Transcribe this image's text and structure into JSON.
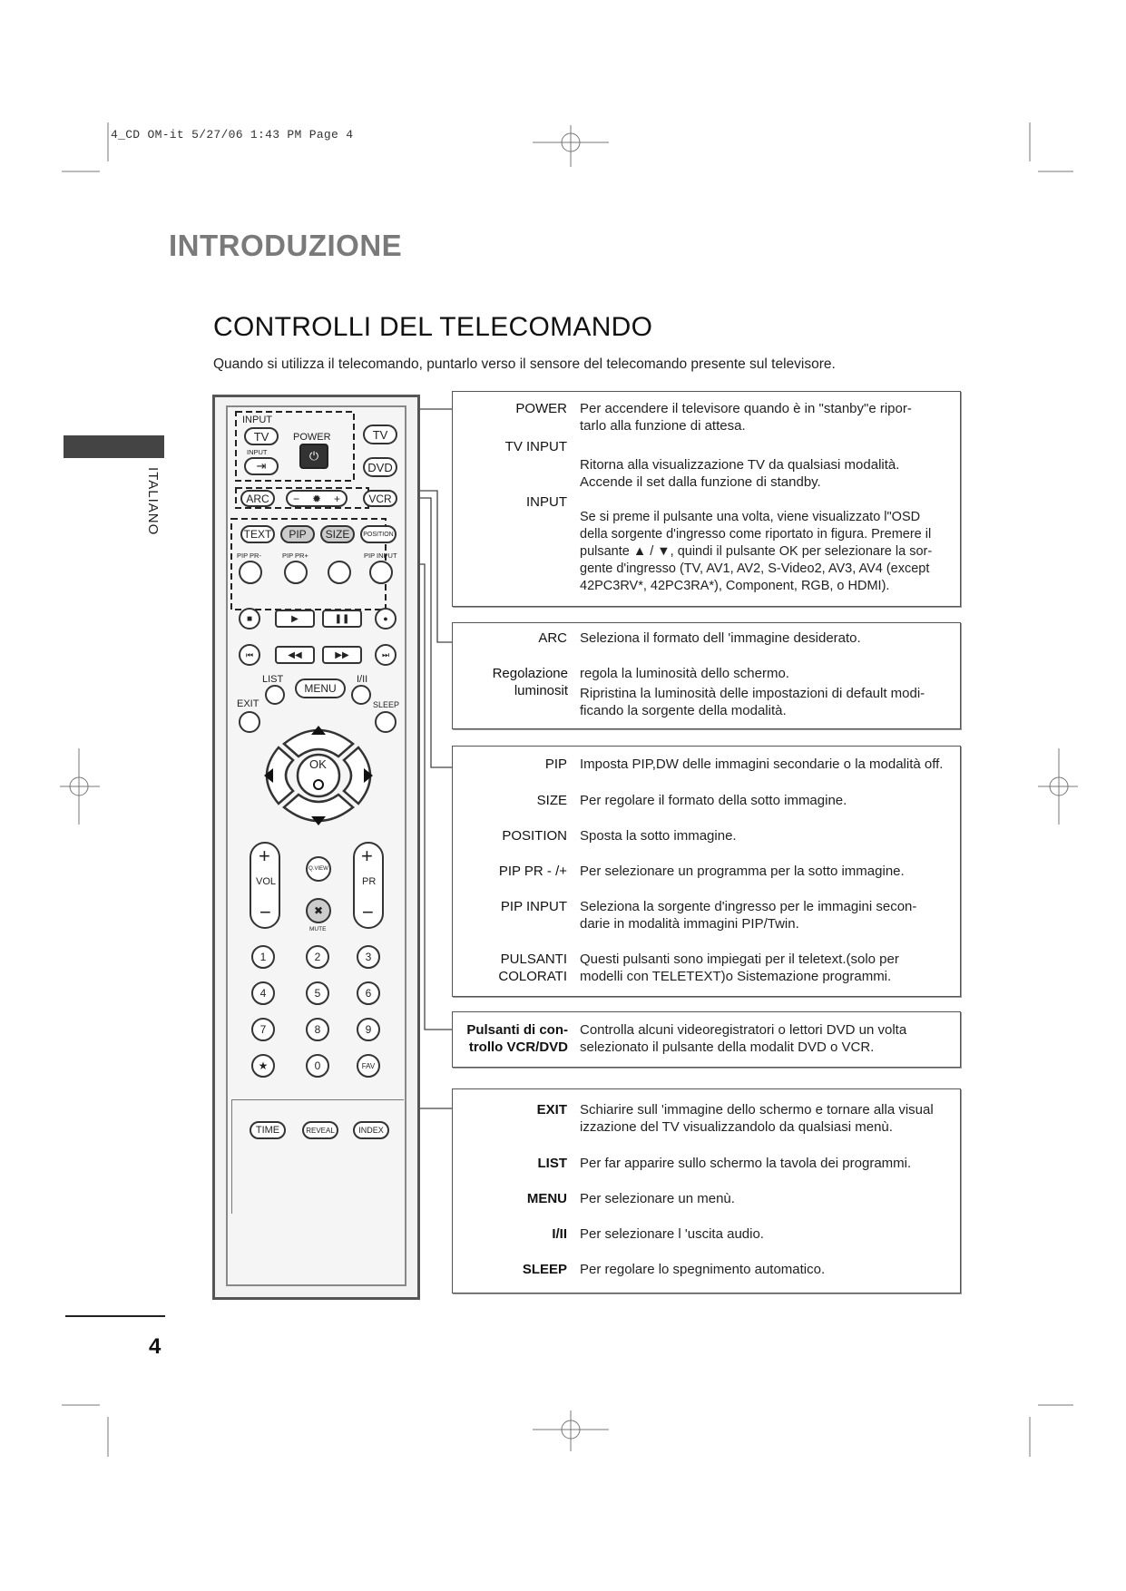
{
  "print_header": "4_CD OM-it   5/27/06 1:43 PM   Page 4",
  "section_title": "INTRODUZIONE",
  "page_title": "CONTROLLI DEL TELECOMANDO",
  "intro_text": "Quando si utilizza il telecomando, puntarlo verso il sensore del telecomando presente sul televisore.",
  "side_language": "ITALIANO",
  "page_number": "4",
  "remote": {
    "input_label": "INPUT",
    "tv_btn": "TV",
    "input_small": "INPUT",
    "power_label": "POWER",
    "tv_mode_btn": "TV",
    "dvd_btn": "DVD",
    "arc_btn": "ARC",
    "brightness_minus": "−",
    "brightness_plus": "+",
    "vcr_btn": "VCR",
    "text_btn": "TEXT",
    "pip_btn": "PIP",
    "size_btn": "SIZE",
    "position_btn": "POSITION",
    "pip_pr_minus": "PIP PR-",
    "pip_pr_plus": "PIP PR+",
    "pip_input": "PIP INPUT",
    "list_label": "LIST",
    "menu_btn": "MENU",
    "i_ii_label": "I/II",
    "exit_label": "EXIT",
    "sleep_label": "SLEEP",
    "ok_btn": "OK",
    "vol_label": "VOL",
    "pr_label": "PR",
    "qview_btn": "Q.VIEW",
    "mute_label": "MUTE",
    "digits": [
      "1",
      "2",
      "3",
      "4",
      "5",
      "6",
      "7",
      "8",
      "9",
      "★",
      "0",
      "FAV"
    ],
    "time_btn": "TIME",
    "reveal_btn": "REVEAL",
    "index_btn": "INDEX"
  },
  "box1": {
    "power_label": "POWER",
    "power_desc": [
      "Per accendere il televisore quando è in \"stanby\"e ripor-",
      "tarlo alla funzione di attesa."
    ],
    "tvinput_label": "TV INPUT",
    "tvinput_desc": [
      "Ritorna alla visualizzazione TV da qualsiasi modalità.",
      "Accende il set dalla funzione di standby."
    ],
    "input_label": "INPUT",
    "input_desc": [
      "Se si preme il pulsante una volta, viene visualizzato l\"OSD",
      "della sorgente d'ingresso come riportato in figura. Premere il",
      "pulsante ▲ / ▼, quindi il pulsante OK per selezionare la sor-",
      "gente d'ingresso (TV, AV1, AV2, S-Video2, AV3, AV4 (except",
      "42PC3RV*, 42PC3RA*), Component, RGB, o HDMI)."
    ]
  },
  "box2": {
    "arc_label": "ARC",
    "arc_desc": "Seleziona il formato dell 'immagine desiderato.",
    "lum_label": [
      "Regolazione",
      "luminosit"
    ],
    "lum_desc": [
      "regola la luminosità dello schermo.",
      "Ripristina la luminosità delle impostazioni di default modi-",
      "ficando la sorgente della modalità."
    ]
  },
  "box3": {
    "pip_label": "PIP",
    "pip_desc": "Imposta PIP,DW delle immagini secondarie o la modalità off.",
    "size_label": "SIZE",
    "size_desc": "Per regolare il formato della sotto immagine.",
    "position_label": "POSITION",
    "position_desc": "Sposta la sotto immagine.",
    "pippr_label": "PIP PR - /+",
    "pippr_desc": "Per selezionare un programma per la sotto immagine.",
    "pipinput_label": "PIP INPUT",
    "pipinput_desc": [
      "Seleziona la sorgente d'ingresso per le immagini secon-",
      "darie in modalità immagini PIP/Twin."
    ],
    "color_label": [
      "PULSANTI",
      "COLORATI"
    ],
    "color_desc": [
      "Questi pulsanti sono impiegati per il teletext.(solo per",
      "modelli con TELETEXT)o Sistemazione programmi."
    ]
  },
  "box4": {
    "vcr_label": [
      "Pulsanti di con-",
      "trollo VCR/DVD"
    ],
    "vcr_desc": [
      "Controlla alcuni videoregistratori o lettori DVD un volta",
      "selezionato il pulsante della modalit DVD o VCR."
    ]
  },
  "box5": {
    "exit_label": "EXIT",
    "exit_desc": [
      "Schiarire sull 'immagine dello schermo e tornare alla visual",
      "izzazione del TV visualizzandolo da qualsiasi menù."
    ],
    "list_label": "LIST",
    "list_desc": "Per far apparire sullo schermo la tavola dei programmi.",
    "menu_label": "MENU",
    "menu_desc": "Per selezionare un menù.",
    "i_ii_label": "I/II",
    "i_ii_desc": "Per selezionare l 'uscita audio.",
    "sleep_label": "SLEEP",
    "sleep_desc": "Per regolare lo spegnimento automatico."
  }
}
